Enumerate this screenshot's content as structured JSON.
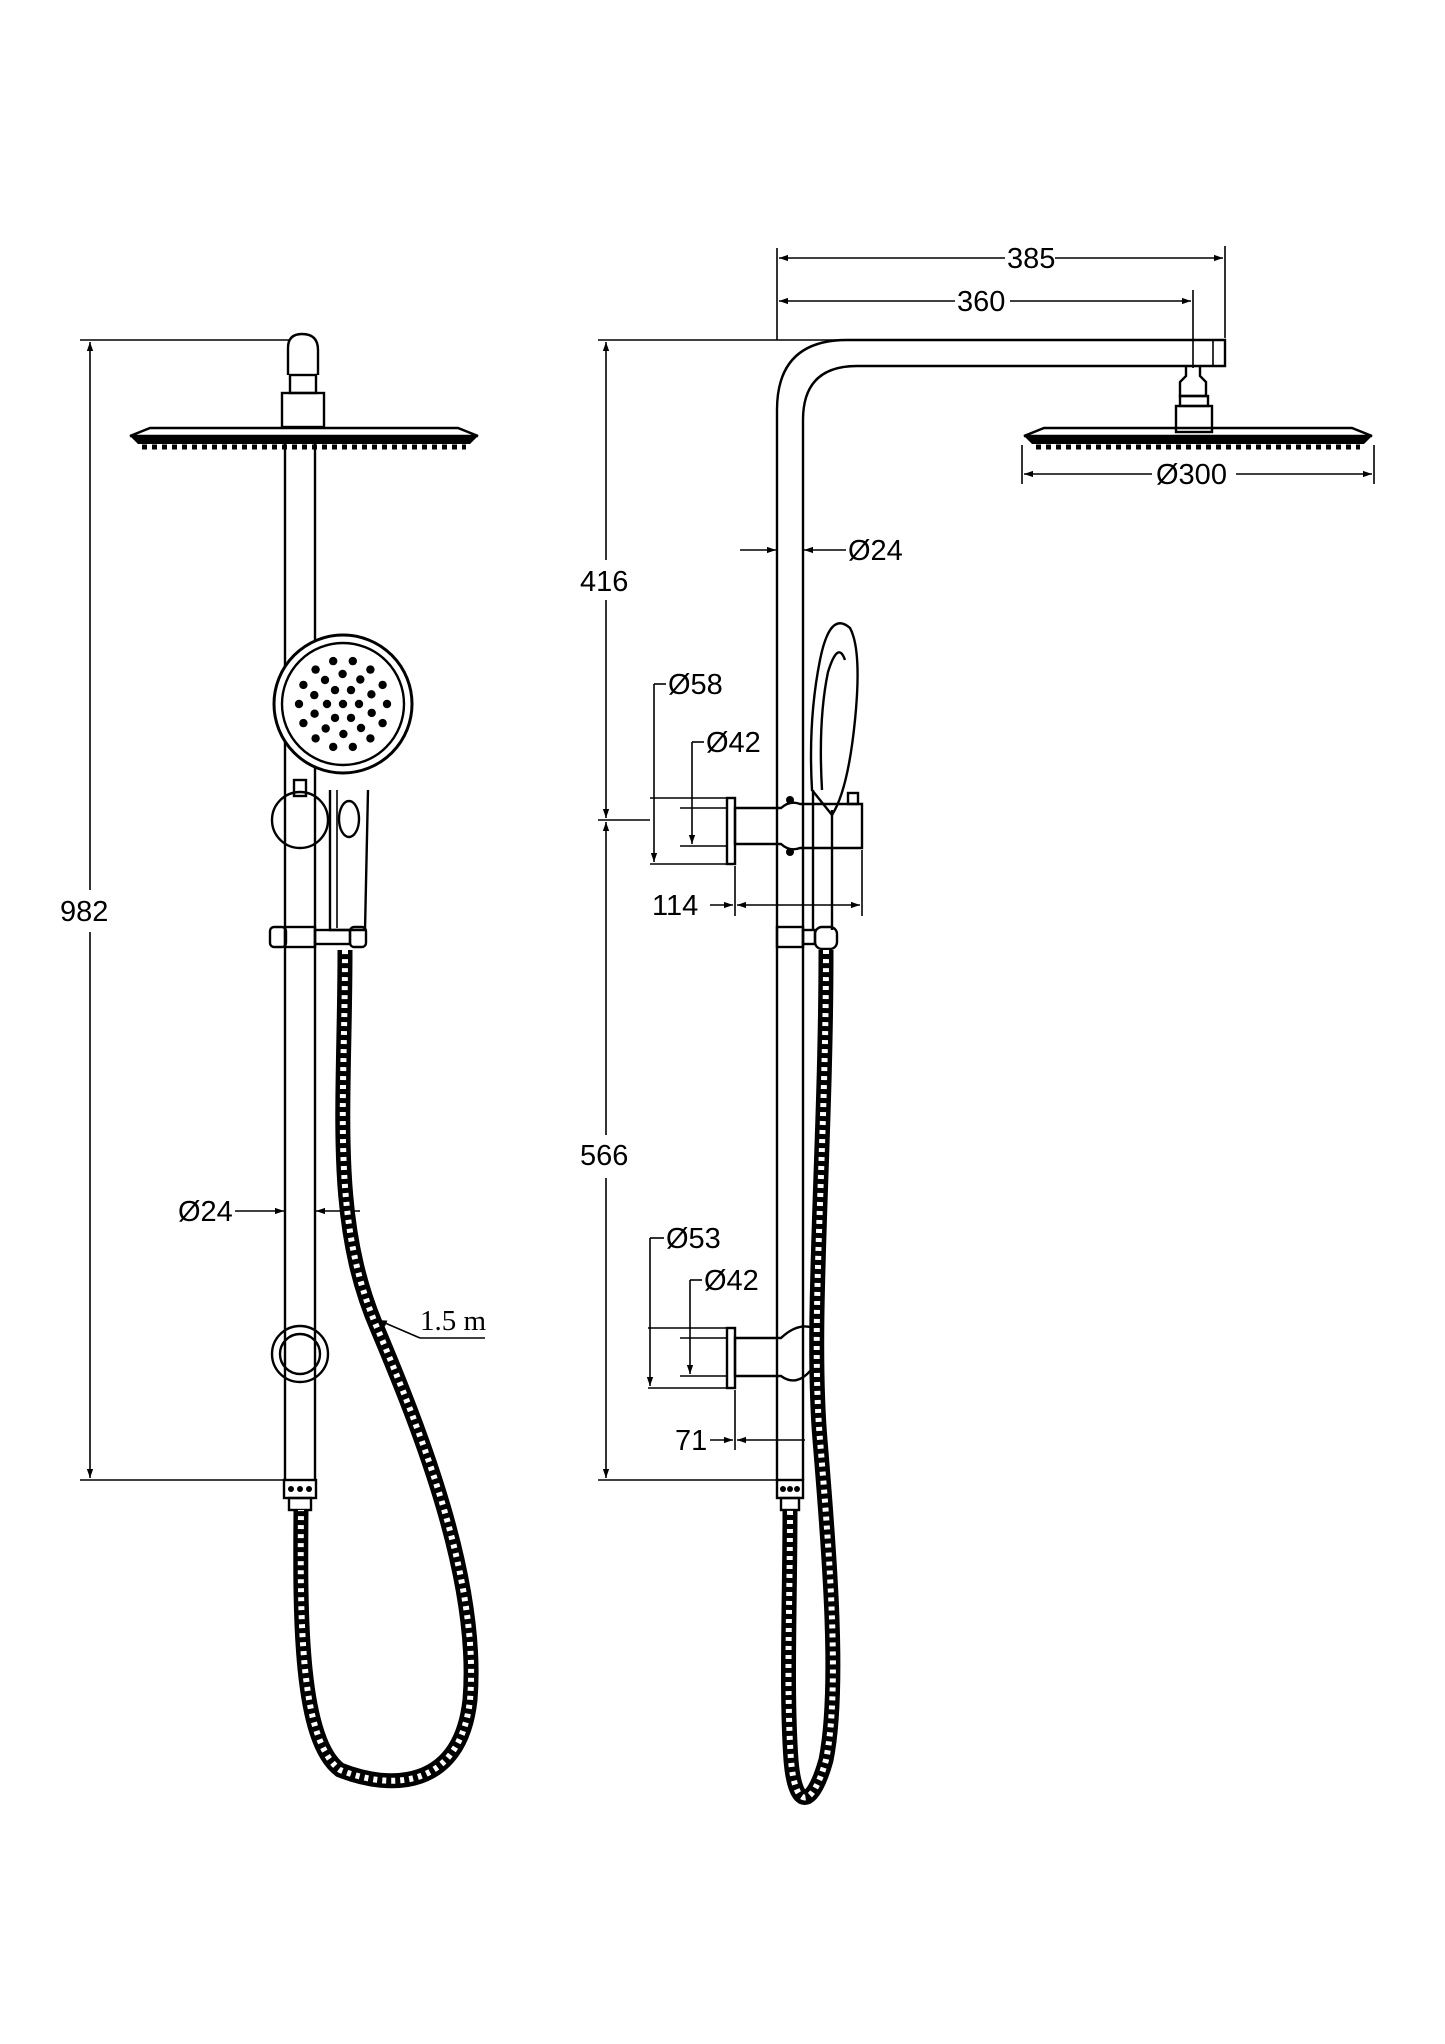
{
  "front_view": {
    "overall_height": "982",
    "rail_diameter": "Ø24",
    "hose_length": "1.5 m"
  },
  "side_view": {
    "arm_projection_outer": "385",
    "arm_projection_inner": "360",
    "shower_head_diameter": "Ø300",
    "rail_diameter": "Ø24",
    "upper_height": "416",
    "lower_height": "566",
    "upper_bracket": {
      "plate_diameter": "Ø58",
      "boss_diameter": "Ø42",
      "projection": "114"
    },
    "lower_bracket": {
      "plate_diameter": "Ø53",
      "boss_diameter": "Ø42",
      "projection": "71"
    }
  }
}
